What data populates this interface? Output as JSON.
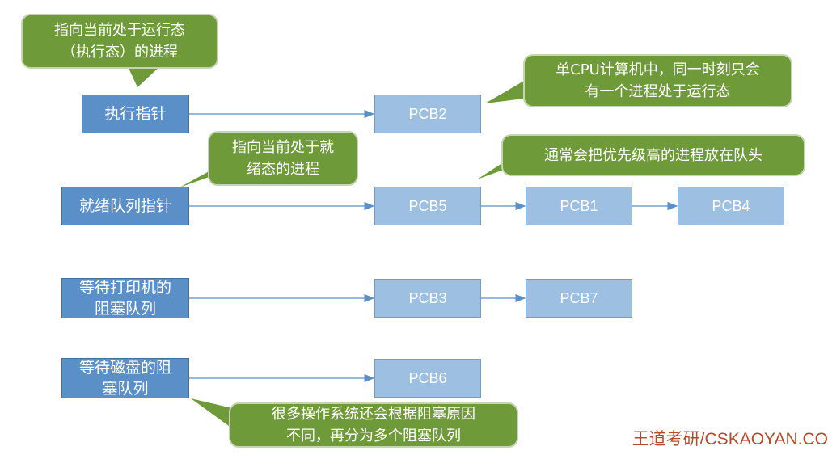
{
  "colors": {
    "pointer_box": "#5b8fc8",
    "pcb_box": "#9dbfe2",
    "callout": "#6f9a3a",
    "arrow": "#5b8fc8",
    "watermark": "#b84a26"
  },
  "pointers": {
    "running": "执行指针",
    "ready": "就绪队列指针",
    "printer_wait": "等待打印机的\n阻塞队列",
    "disk_wait": "等待磁盘的阻\n塞队列"
  },
  "pcbs": {
    "pcb2": "PCB2",
    "pcb5": "PCB5",
    "pcb1": "PCB1",
    "pcb4": "PCB4",
    "pcb3": "PCB3",
    "pcb7": "PCB7",
    "pcb6": "PCB6"
  },
  "callouts": {
    "running_desc": "指向当前处于运行态\n（执行态）的进程",
    "single_cpu": "单CPU计算机中，同一时刻只会\n有一个进程处于运行态",
    "ready_desc": "指向当前处于就\n绪态的进程",
    "priority": "通常会把优先级高的进程放在队头",
    "blocked_split": "很多操作系统还会根据阻塞原因\n不同，再分为多个阻塞队列"
  },
  "watermark": "王道考研/CSKAOYAN.CO"
}
